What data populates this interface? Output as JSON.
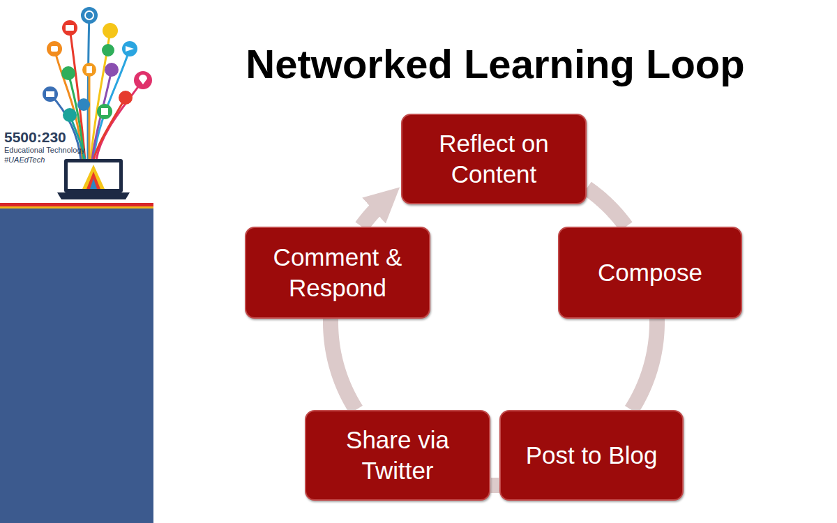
{
  "diagram": {
    "title": "Networked Learning Loop",
    "nodes": [
      {
        "text": [
          "Reflect on Content"
        ]
      },
      {
        "text": [
          "Compose"
        ]
      },
      {
        "text": [
          "Post to Blog"
        ]
      },
      {
        "text": [
          "Share via Twitter"
        ]
      },
      {
        "text": [
          "Comment & Respond"
        ]
      }
    ],
    "edges": [
      {
        "from": 0,
        "to": 1,
        "arrow": "none"
      },
      {
        "from": 1,
        "to": 2,
        "arrow": "none"
      },
      {
        "from": 2,
        "to": 3,
        "arrow": "none"
      },
      {
        "from": 3,
        "to": 4,
        "arrow": "none"
      },
      {
        "from": 4,
        "to": 0,
        "arrow": "to"
      }
    ],
    "labels": [
      "5500:230",
      "Educational Technology",
      "#UAEdTech"
    ]
  }
}
